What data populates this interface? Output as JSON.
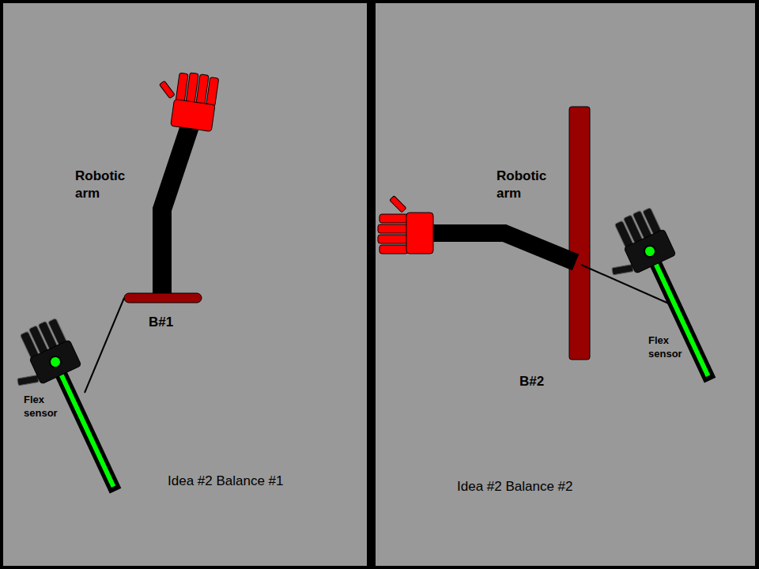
{
  "diagram": {
    "labels": [
      "Robotic arm",
      "B#1",
      "Flex sensor",
      "Idea #2 Balance #1",
      "Robotic arm",
      "Flex sensor",
      "B#2",
      "Idea #2 Balance #2"
    ]
  }
}
